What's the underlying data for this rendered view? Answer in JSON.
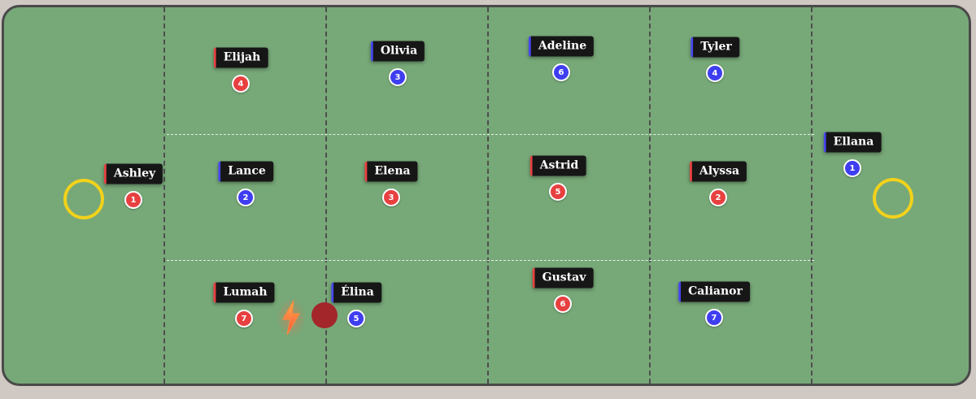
{
  "field": {
    "colors": {
      "grass": "#77a878",
      "boundary": "#4a4a4a",
      "goal": "#f2d21b",
      "red_team": "#e84040",
      "blue_team": "#3e3ef0",
      "ball": "#a3262b"
    }
  },
  "players": [
    {
      "id": "ashley",
      "name": "Ashley",
      "team": "red",
      "number": "1"
    },
    {
      "id": "elijah",
      "name": "Elijah",
      "team": "red",
      "number": "4"
    },
    {
      "id": "lance",
      "name": "Lance",
      "team": "blue",
      "number": "2"
    },
    {
      "id": "lumah",
      "name": "Lumah",
      "team": "red",
      "number": "7"
    },
    {
      "id": "olivia",
      "name": "Olivia",
      "team": "blue",
      "number": "3"
    },
    {
      "id": "elena",
      "name": "Elena",
      "team": "red",
      "number": "3"
    },
    {
      "id": "elina",
      "name": "Élina",
      "team": "blue",
      "number": "5"
    },
    {
      "id": "adeline",
      "name": "Adeline",
      "team": "blue",
      "number": "6"
    },
    {
      "id": "astrid",
      "name": "Astrid",
      "team": "red",
      "number": "5"
    },
    {
      "id": "gustav",
      "name": "Gustav",
      "team": "red",
      "number": "6"
    },
    {
      "id": "tyler",
      "name": "Tyler",
      "team": "blue",
      "number": "4"
    },
    {
      "id": "alyssa",
      "name": "Alyssa",
      "team": "red",
      "number": "2"
    },
    {
      "id": "calianor",
      "name": "Calianor",
      "team": "blue",
      "number": "7"
    },
    {
      "id": "ellana",
      "name": "Ellana",
      "team": "blue",
      "number": "1"
    }
  ],
  "ball": {
    "icon": "ball"
  },
  "powerup": {
    "icon": "lightning-bolt-icon"
  }
}
